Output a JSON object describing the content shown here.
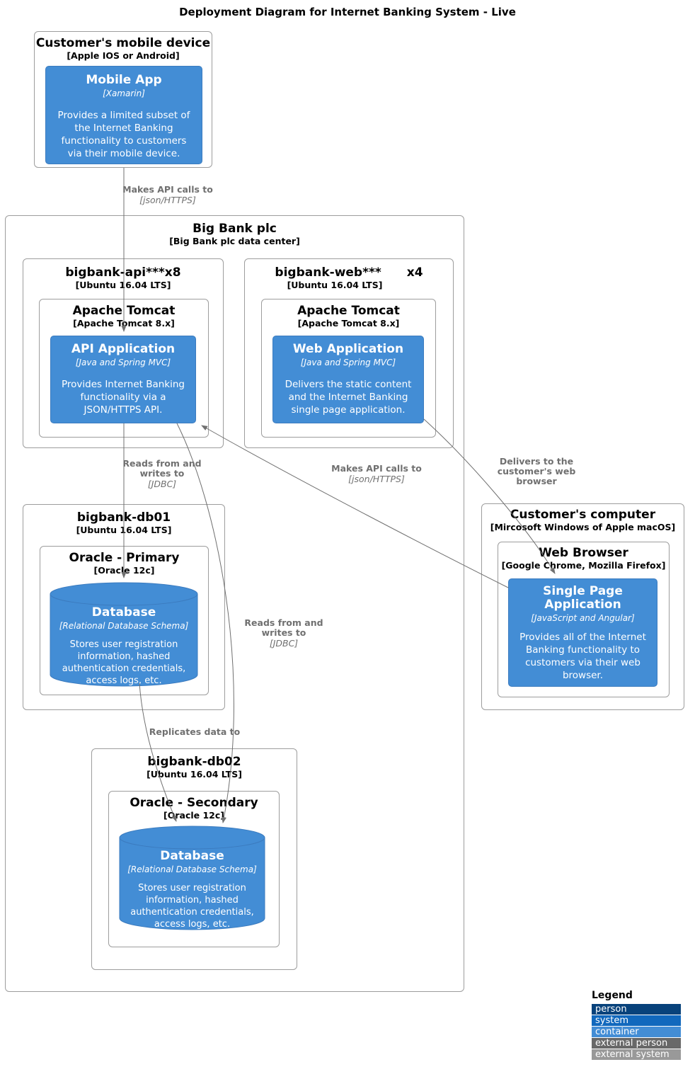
{
  "title": "Deployment Diagram for Internet Banking System - Live",
  "nodes": {
    "mobile_device": {
      "title": "Customer's mobile device",
      "tech": "[Apple IOS or Android]"
    },
    "mobile_app": {
      "title": "Mobile App",
      "tech": "[Xamarin]",
      "description": "Provides a limited subset of\nthe Internet Banking\nfunctionality to customers\nvia their mobile device."
    },
    "big_bank": {
      "title": "Big Bank plc",
      "tech": "[Big Bank plc data center]"
    },
    "api_node": {
      "title": "bigbank-api***x8",
      "tech": "[Ubuntu 16.04 LTS]"
    },
    "api_tomcat": {
      "title": "Apache Tomcat",
      "tech": "[Apache Tomcat 8.x]"
    },
    "api_app": {
      "title": "API Application",
      "tech": "[Java and Spring MVC]",
      "description": "Provides Internet Banking\nfunctionality via a\nJSON/HTTPS API."
    },
    "web_node": {
      "title": "bigbank-web***",
      "count": "x4",
      "tech": "[Ubuntu 16.04 LTS]"
    },
    "web_tomcat": {
      "title": "Apache Tomcat",
      "tech": "[Apache Tomcat 8.x]"
    },
    "web_app": {
      "title": "Web Application",
      "tech": "[Java and Spring MVC]",
      "description": "Delivers the static content\nand the Internet Banking\nsingle page application."
    },
    "db01_node": {
      "title": "bigbank-db01",
      "tech": "[Ubuntu 16.04 LTS]"
    },
    "oracle_primary": {
      "title": "Oracle - Primary",
      "tech": "[Oracle 12c]"
    },
    "db_primary": {
      "title": "Database",
      "tech": "[Relational Database Schema]",
      "description": "Stores user registration\ninformation, hashed\nauthentication credentials,\naccess logs, etc."
    },
    "customer_computer": {
      "title": "Customer's computer",
      "tech": "[Mircosoft Windows of Apple macOS]"
    },
    "web_browser": {
      "title": "Web Browser",
      "tech": "[Google Chrome, Mozilla Firefox]"
    },
    "spa": {
      "title": "Single Page\nApplication",
      "tech": "[JavaScript and Angular]",
      "description": "Provides all of the Internet\nBanking functionality to\ncustomers via their web\nbrowser."
    },
    "db02_node": {
      "title": "bigbank-db02",
      "tech": "[Ubuntu 16.04 LTS]"
    },
    "oracle_secondary": {
      "title": "Oracle - Secondary",
      "tech": "[Oracle 12c]"
    },
    "db_secondary": {
      "title": "Database",
      "tech": "[Relational Database Schema]",
      "description": "Stores user registration\ninformation, hashed\nauthentication credentials,\naccess logs, etc."
    }
  },
  "relationships": {
    "mobile_to_api": {
      "label": "Makes API calls to",
      "tech": "[json/HTTPS]"
    },
    "api_to_db1": {
      "label": "Reads from and\nwrites to",
      "tech": "[JDBC]"
    },
    "api_to_db2": {
      "label": "Reads from and\nwrites to",
      "tech": "[JDBC]"
    },
    "spa_to_api": {
      "label": "Makes API calls to",
      "tech": "[json/HTTPS]"
    },
    "web_to_spa": {
      "label": "Delivers to the\ncustomer's web\nbrowser"
    },
    "db1_to_db2": {
      "label": "Replicates data to"
    }
  },
  "legend": {
    "title": "Legend",
    "items": [
      {
        "label": "person",
        "color": "#08427B"
      },
      {
        "label": "system",
        "color": "#1168BD"
      },
      {
        "label": "container",
        "color": "#438DD5"
      },
      {
        "label": "external person",
        "color": "#686868"
      },
      {
        "label": "external system",
        "color": "#999999"
      }
    ]
  },
  "colors": {
    "container_fill": "#438DD5",
    "container_border": "#3b7bbf",
    "node_border": "#9d9d9d",
    "line": "#707070"
  }
}
